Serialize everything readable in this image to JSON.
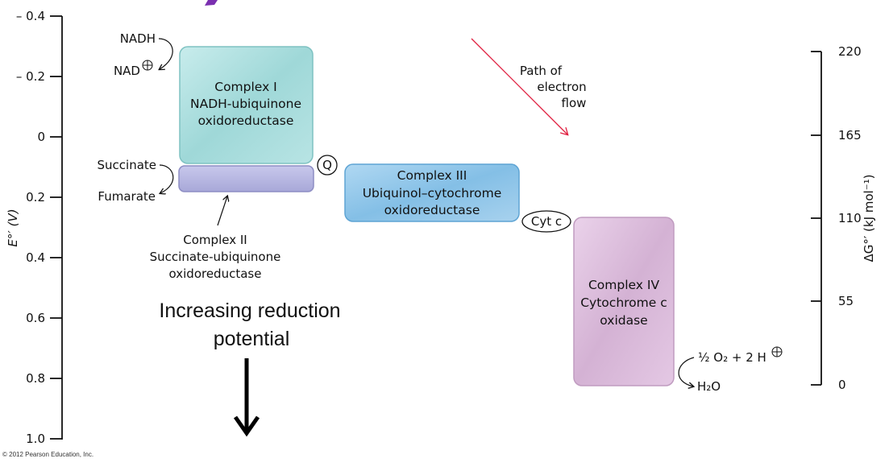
{
  "left_axis": {
    "title": "E°′ (V)",
    "ticks": [
      "– 0.4",
      "– 0.2",
      "0",
      "0.2",
      "0.4",
      "0.6",
      "0.8",
      "1.0"
    ]
  },
  "right_axis": {
    "title": "ΔG°′ (kJ mol⁻¹)",
    "ticks": [
      "220",
      "165",
      "110",
      "55",
      "0"
    ]
  },
  "complexes": {
    "c1": {
      "lines": [
        "Complex I",
        "NADH-ubiquinone",
        "oxidoreductase"
      ],
      "color": "#a8dcdc"
    },
    "c2": {
      "lines": [
        "Complex II",
        "Succinate-ubiquinone",
        "oxidoreductase"
      ],
      "color": "#b4b4dc"
    },
    "c3": {
      "lines": [
        "Complex III",
        "Ubiquinol–cytochrome",
        "oxidoreductase"
      ],
      "color": "#8fc4e6"
    },
    "c4": {
      "lines": [
        "Complex IV",
        "Cytochrome c",
        "oxidase"
      ],
      "color": "#dcbcdc"
    }
  },
  "substrates": {
    "nadh": "NADH",
    "nad": "NAD",
    "succinate": "Succinate",
    "fumarate": "Fumarate",
    "oxygen": "½ O₂ + 2 H",
    "water": "H₂O"
  },
  "carriers": {
    "q": "Q",
    "cytc": "Cyt c"
  },
  "path_note": [
    "Path of",
    "electron",
    "flow"
  ],
  "reduction_note": [
    "Increasing reduction",
    "potential"
  ],
  "copyright": "© 2012 Pearson Education, Inc.",
  "colors": {
    "path_arrow": "#e02040",
    "axis": "#111111",
    "accent_top": "#7a2fb0"
  }
}
